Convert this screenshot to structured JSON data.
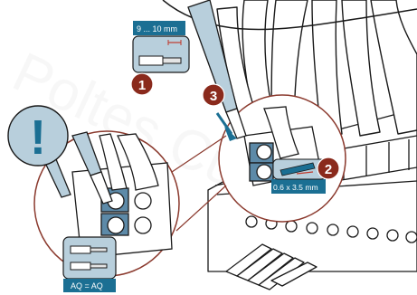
{
  "labels": {
    "strip_length": "9 ... 10 mm",
    "screwdriver_size": "0.6 x 3.5 mm",
    "cross_section": "AQ = AQ"
  },
  "steps": [
    "1",
    "2",
    "3"
  ],
  "warning_symbol": "!",
  "watermark": "Poltes Cuaes",
  "colors": {
    "label_bg": "#1b6f93",
    "step_badge": "#8a2a1c",
    "screwdriver": "#b8cfdc",
    "line": "#1a1a1a",
    "highlight_ring": "#8b3a2e",
    "terminal_blue": "#5d8aa8"
  },
  "icons": [
    "warning-icon",
    "wire-strip-icon",
    "screwdriver-icon",
    "ferrule-icon"
  ]
}
